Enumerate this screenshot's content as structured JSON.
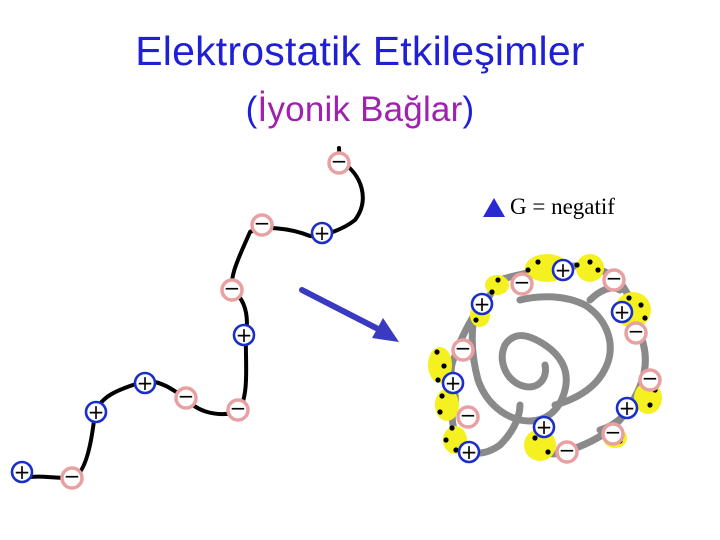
{
  "title": {
    "line1": "Elektrostatik Etkileşimler",
    "line2_open": "(",
    "line2_inner": "İyonik Bağlar",
    "line2_close": ")"
  },
  "gibbs_label": "G = negatif",
  "colors": {
    "title_blue": "#1f1fd6",
    "title_purple": "#a020b0",
    "positive_ring": "#1a2fc8",
    "negative_ring": "#e8a0a0",
    "arrow": "#3a3ac0",
    "triangle": "#2a2ad0",
    "water_halo": "#f5f020",
    "folded_chain": "#8a8a8a"
  },
  "charges": {
    "positive": "+",
    "negative": "−"
  },
  "icons": {
    "delta": "triangle-delta-icon",
    "arrow": "arrow-icon"
  }
}
